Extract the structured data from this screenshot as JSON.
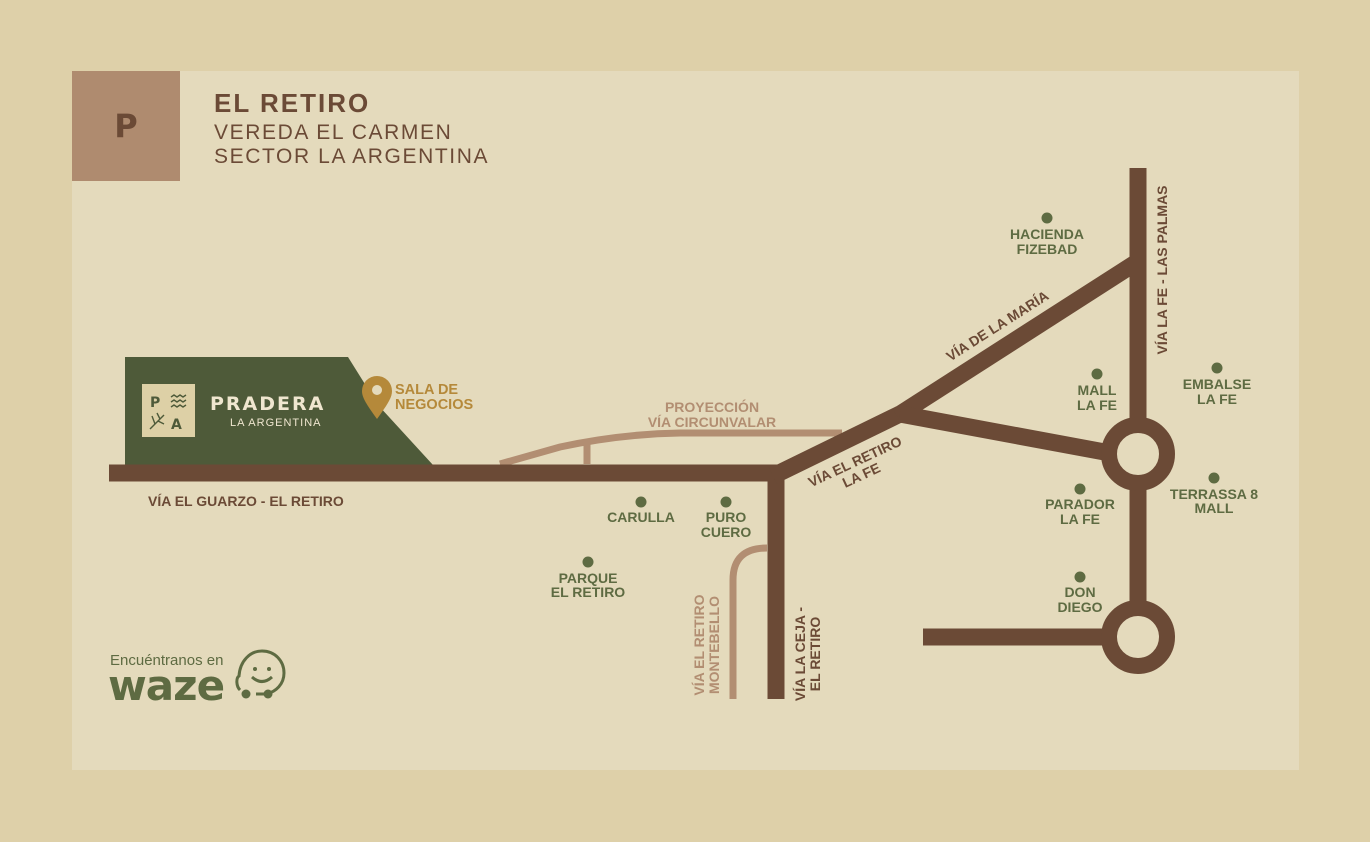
{
  "header": {
    "badge_letter": "P",
    "title": "EL RETIRO",
    "subtitle_1": "VEREDA EL CARMEN",
    "subtitle_2": "SECTOR LA ARGENTINA"
  },
  "brand": {
    "logo_letters": [
      "P",
      "A"
    ],
    "name": "PRADERA",
    "subname": "LA ARGENTINA"
  },
  "sales_office": {
    "line1": "SALA DE",
    "line2": "NEGOCIOS"
  },
  "roads": {
    "guarzo": "VÍA EL GUARZO - EL RETIRO",
    "circunvalar_1": "PROYECCIÓN",
    "circunvalar_2": "VÍA CIRCUNVALAR",
    "retiro_fe_1": "VÍA EL RETIRO",
    "retiro_fe_2": "LA FE",
    "maria": "VÍA DE LA MARÍA",
    "fe_palmas": "VÍA LA FE - LAS PALMAS",
    "montebello_1": "VÍA EL RETIRO",
    "montebello_2": "MONTEBELLO",
    "ceja_1": "VÍA LA CEJA -",
    "ceja_2": "EL RETIRO"
  },
  "pois": [
    {
      "id": "hacienda",
      "line1": "HACIENDA",
      "line2": "FIZEBAD"
    },
    {
      "id": "mall-fe",
      "line1": "MALL",
      "line2": "LA FE"
    },
    {
      "id": "embalse",
      "line1": "EMBALSE",
      "line2": "LA FE"
    },
    {
      "id": "parador",
      "line1": "PARADOR",
      "line2": "LA FE"
    },
    {
      "id": "terrassa",
      "line1": "TERRASSA 8",
      "line2": "MALL"
    },
    {
      "id": "don-diego",
      "line1": "DON",
      "line2": "DIEGO"
    },
    {
      "id": "carulla",
      "line1": "CARULLA",
      "line2": ""
    },
    {
      "id": "puro-cuero",
      "line1": "PURO",
      "line2": "CUERO"
    },
    {
      "id": "parque",
      "line1": "PARQUE",
      "line2": "EL RETIRO"
    }
  ],
  "waze": {
    "tagline": "Encuéntranos en",
    "name": "waze"
  },
  "colors": {
    "background": "#ded0a9",
    "card": "#e4dabc",
    "road": "#6b4a36",
    "road_light": "#b28e72",
    "badge": "#af8b6f",
    "brand_green": "#4e5a39",
    "poi_green": "#5e6b42",
    "pin_gold": "#b5893a"
  }
}
